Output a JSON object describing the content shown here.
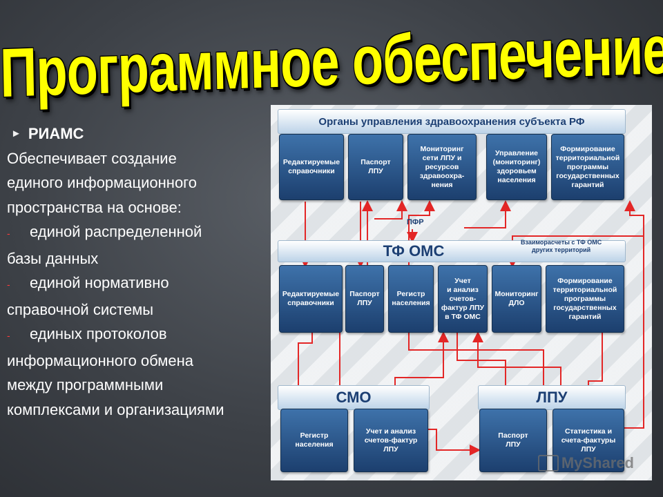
{
  "slide": {
    "title": "Программное обеспечение",
    "left": {
      "heading": "РИАМС",
      "lines": [
        {
          "dash": "",
          "text": "Обеспечивает создание"
        },
        {
          "dash": "",
          "text": "единого информационного"
        },
        {
          "dash": "",
          "text": "пространства на основе:"
        },
        {
          "dash": "-",
          "text": "единой распределенной"
        },
        {
          "dash": "",
          "text": "базы данных"
        },
        {
          "dash": "-",
          "text": "единой нормативно"
        },
        {
          "dash": "",
          "text": "справочной системы"
        },
        {
          "dash": "-",
          "text": "единых протоколов"
        },
        {
          "dash": "",
          "text": "информационного обмена"
        },
        {
          "dash": "",
          "text": "между программными"
        },
        {
          "dash": "",
          "text": "комплексами и организациями"
        }
      ]
    }
  },
  "diagram": {
    "top_header": "Органы управления здравоохранения субъекта РФ",
    "top_boxes": [
      "Редактируемые\nсправочники",
      "Паспорт\nЛПУ",
      "Мониторинг\nсети ЛПУ и\nресурсов\nздравоохра-\nнения",
      "Управление\n(мониторинг)\nздоровьем\nнаселения",
      "Формирование\nтерриториальной\nпрограммы\nгосударственных\nгарантий"
    ],
    "pfr_label": "ПФР",
    "tfoms_header": "ТФ ОМС",
    "mutual_label": "Взаиморасчеты с ТФ ОМС\nдругих территорий",
    "middle_boxes": [
      "Редактируемые\nсправочники",
      "Паспорт\nЛПУ",
      "Регистр\nнаселения",
      "Учет\nи анализ\nсчетов-\nфактур ЛПУ\nв ТФ ОМС",
      "Мониторинг\nДЛО",
      "Формирование\nтерриториальной\nпрограммы\nгосударственных\nгарантий"
    ],
    "smo_header": "СМО",
    "smo_boxes": [
      "Регистр\nнаселения",
      "Учет и анализ\nсчетов-фактур\nЛПУ"
    ],
    "lpu_header": "ЛПУ",
    "lpu_boxes": [
      "Паспорт\nЛПУ",
      "Статистика и\nсчета-фактуры\nЛПУ"
    ],
    "watermark": "MyShared"
  },
  "colors": {
    "title": "#ffff00",
    "box": "#2a5a91",
    "arrow": "#e32626",
    "header_text": "#1c3f73"
  }
}
